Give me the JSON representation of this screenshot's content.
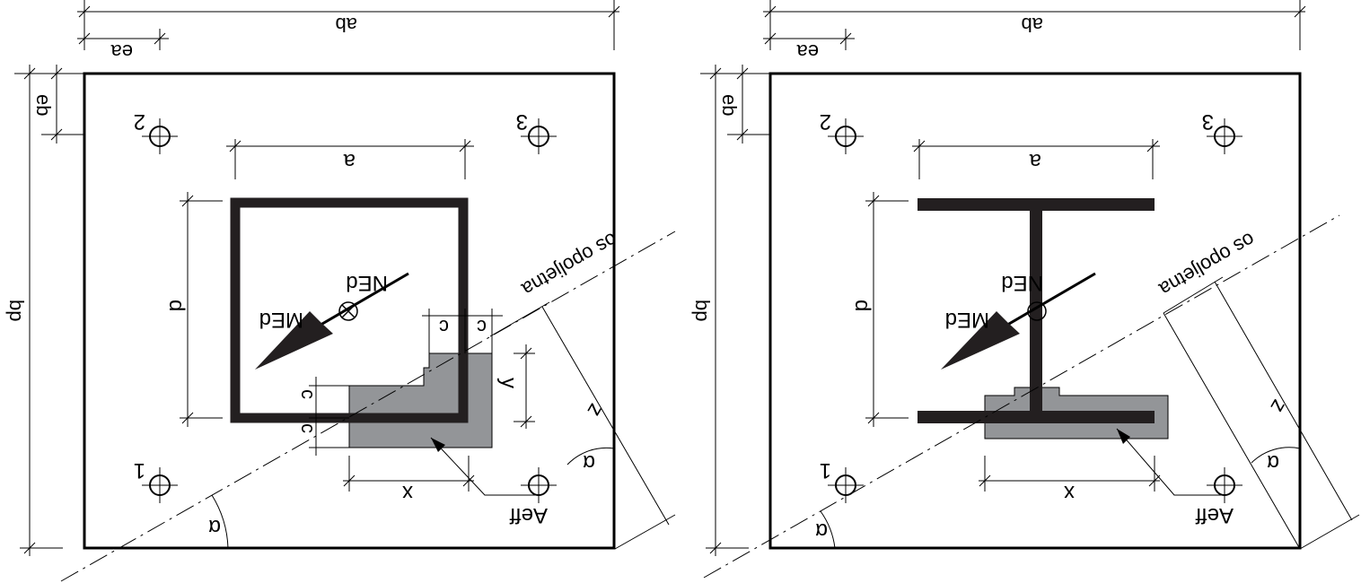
{
  "diagrams": [
    {
      "section": "rectangular-hollow",
      "labels": {
        "plate_width": "ab",
        "plate_height": "bp",
        "edge_x": "ea",
        "edge_y": "eb",
        "section_width": "a",
        "section_height": "d",
        "moment": "MEd",
        "axial": "NEd",
        "offset_c": "c",
        "distance_y": "y",
        "distance_x": "x",
        "lever_z": "z",
        "axis": "os opoljetna",
        "angle": "α",
        "effective_area": "Aeff",
        "bolts": [
          "1",
          "2",
          "3"
        ]
      }
    },
    {
      "section": "i-section",
      "labels": {
        "plate_width": "ab",
        "plate_height": "bp",
        "edge_x": "ea",
        "edge_y": "eb",
        "section_width": "a",
        "section_height": "d",
        "moment": "MEd",
        "axial": "NEd",
        "distance_x": "x",
        "lever_z": "z",
        "axis": "os opoljetna",
        "angle": "α",
        "effective_area": "Aeff",
        "bolts": [
          "1",
          "2",
          "3"
        ]
      }
    }
  ],
  "colors": {
    "ink": "#000000",
    "section": "#231f20",
    "effective_area_fill": "#939598"
  }
}
